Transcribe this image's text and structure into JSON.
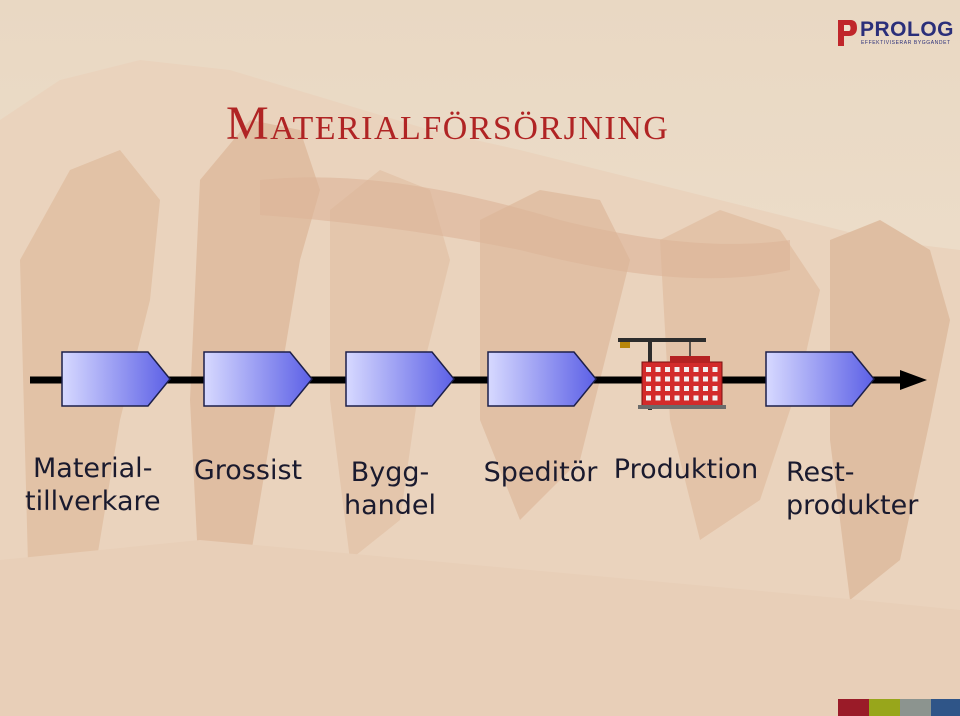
{
  "slide": {
    "title": "Materialförsörjning",
    "logo": {
      "name": "PROLOG",
      "tagline": "EFFEKTIVISERAR BYGGANDET",
      "color": "#2b2f7a",
      "mark_color": "#c0262b"
    },
    "title_color": "#b02424",
    "chain": {
      "arrow_color": "#000000",
      "chevron_fill_light": "#d7d9ff",
      "chevron_fill_dark": "#5c60e6",
      "steps": [
        {
          "type": "chevron",
          "lines": [
            "Material-",
            "tillverkare"
          ]
        },
        {
          "type": "chevron",
          "lines": [
            "Grossist"
          ]
        },
        {
          "type": "chevron",
          "lines": [
            "Bygg-",
            "handel"
          ]
        },
        {
          "type": "chevron",
          "lines": [
            "Speditör"
          ]
        },
        {
          "type": "building",
          "lines": [
            "Produktion"
          ]
        },
        {
          "type": "chevron",
          "lines": [
            "Rest-",
            "produkter"
          ]
        }
      ]
    },
    "footer_squares": [
      "#9a1b28",
      "#98a61b",
      "#8c948f",
      "#2f5588"
    ]
  }
}
